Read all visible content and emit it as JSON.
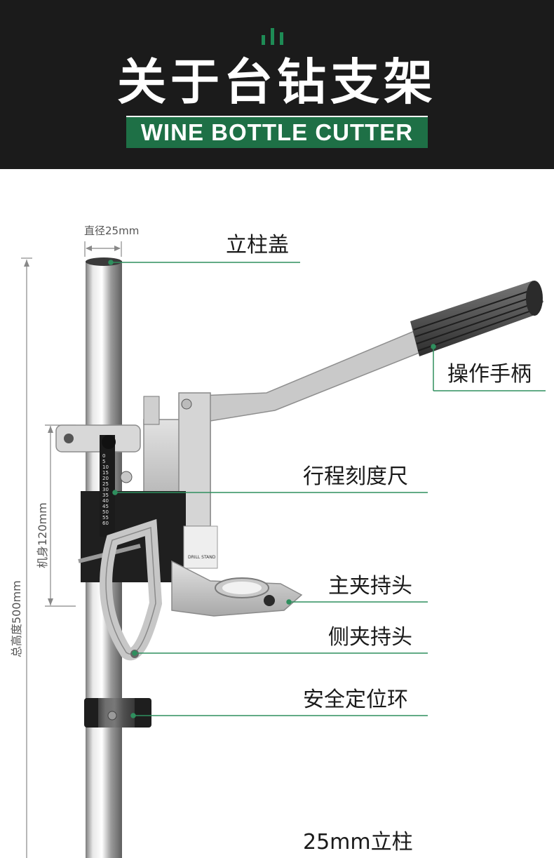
{
  "header": {
    "title": "关于台钻支架",
    "subtitle": "WINE BOTTLE CUTTER"
  },
  "dimensions": {
    "diameter": "直径25mm",
    "body_height": "机身120mm",
    "total_height": "总高度500mm"
  },
  "callouts": {
    "column_cap": "立柱盖",
    "handle": "操作手柄",
    "stroke_scale": "行程刻度尺",
    "main_clamp": "主夹持头",
    "side_clamp": "侧夹持头",
    "safety_ring": "安全定位环",
    "column": "25mm立柱"
  },
  "scale_marks": [
    "0",
    "5",
    "10",
    "15",
    "20",
    "25",
    "30",
    "35",
    "40",
    "45",
    "50",
    "55",
    "60"
  ],
  "device_text": "DRILL STAND",
  "colors": {
    "header_bg": "#1b1b1b",
    "accent_green": "#1e7046",
    "line_green": "#2f8f5e"
  }
}
